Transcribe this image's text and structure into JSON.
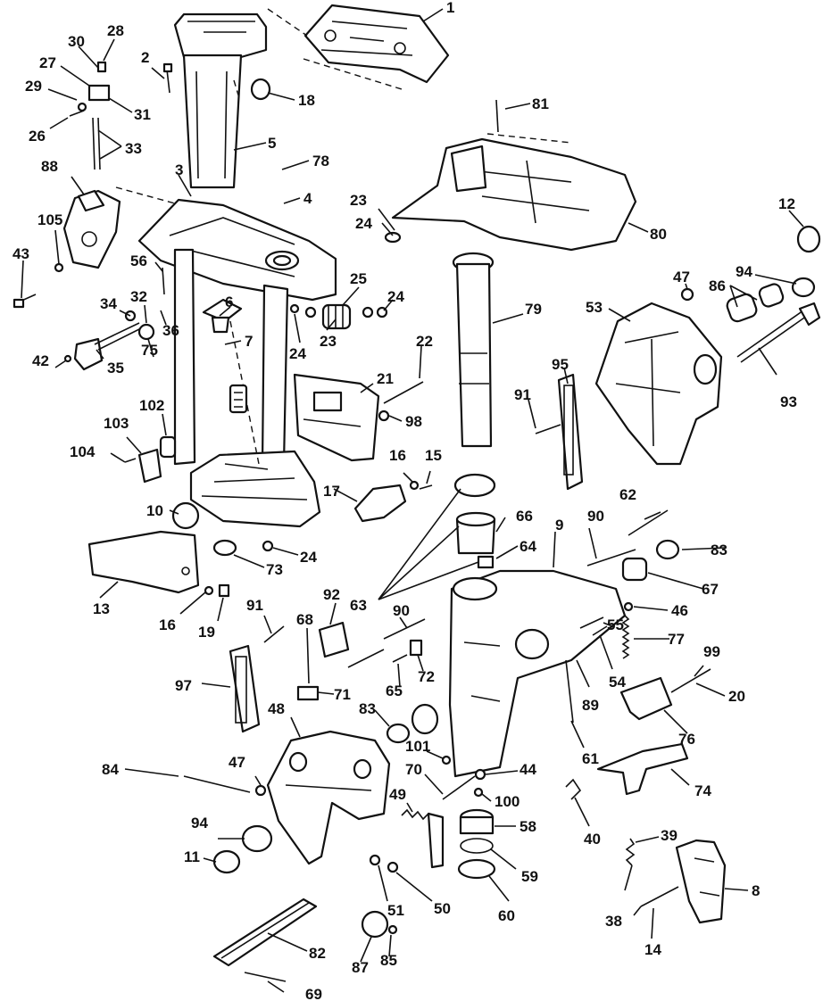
{
  "callouts": [
    {
      "id": "c1",
      "text": "1"
    },
    {
      "id": "c2",
      "text": "2"
    },
    {
      "id": "c3",
      "text": "3"
    },
    {
      "id": "c4",
      "text": "4"
    },
    {
      "id": "c5",
      "text": "5"
    },
    {
      "id": "c6",
      "text": "6"
    },
    {
      "id": "c7",
      "text": "7"
    },
    {
      "id": "c8",
      "text": "8"
    },
    {
      "id": "c9",
      "text": "9"
    },
    {
      "id": "c10",
      "text": "10"
    },
    {
      "id": "c11",
      "text": "11"
    },
    {
      "id": "c12",
      "text": "12"
    },
    {
      "id": "c13",
      "text": "13"
    },
    {
      "id": "c14",
      "text": "14"
    },
    {
      "id": "c15",
      "text": "15"
    },
    {
      "id": "c16a",
      "text": "16"
    },
    {
      "id": "c16b",
      "text": "16"
    },
    {
      "id": "c17",
      "text": "17"
    },
    {
      "id": "c18",
      "text": "18"
    },
    {
      "id": "c19",
      "text": "19"
    },
    {
      "id": "c20",
      "text": "20"
    },
    {
      "id": "c21",
      "text": "21"
    },
    {
      "id": "c22",
      "text": "22"
    },
    {
      "id": "c23a",
      "text": "23"
    },
    {
      "id": "c23b",
      "text": "23"
    },
    {
      "id": "c24a",
      "text": "24"
    },
    {
      "id": "c24b",
      "text": "24"
    },
    {
      "id": "c24c",
      "text": "24"
    },
    {
      "id": "c24d",
      "text": "24"
    },
    {
      "id": "c25",
      "text": "25"
    },
    {
      "id": "c26",
      "text": "26"
    },
    {
      "id": "c27",
      "text": "27"
    },
    {
      "id": "c28",
      "text": "28"
    },
    {
      "id": "c29",
      "text": "29"
    },
    {
      "id": "c30",
      "text": "30"
    },
    {
      "id": "c31",
      "text": "31"
    },
    {
      "id": "c32",
      "text": "32"
    },
    {
      "id": "c33",
      "text": "33"
    },
    {
      "id": "c34",
      "text": "34"
    },
    {
      "id": "c35",
      "text": "35"
    },
    {
      "id": "c36",
      "text": "36"
    },
    {
      "id": "c38",
      "text": "38"
    },
    {
      "id": "c39",
      "text": "39"
    },
    {
      "id": "c40",
      "text": "40"
    },
    {
      "id": "c42",
      "text": "42"
    },
    {
      "id": "c43",
      "text": "43"
    },
    {
      "id": "c44",
      "text": "44"
    },
    {
      "id": "c46",
      "text": "46"
    },
    {
      "id": "c47a",
      "text": "47"
    },
    {
      "id": "c47b",
      "text": "47"
    },
    {
      "id": "c48",
      "text": "48"
    },
    {
      "id": "c49",
      "text": "49"
    },
    {
      "id": "c50",
      "text": "50"
    },
    {
      "id": "c51",
      "text": "51"
    },
    {
      "id": "c53",
      "text": "53"
    },
    {
      "id": "c54",
      "text": "54"
    },
    {
      "id": "c55",
      "text": "55"
    },
    {
      "id": "c56",
      "text": "56"
    },
    {
      "id": "c58",
      "text": "58"
    },
    {
      "id": "c59",
      "text": "59"
    },
    {
      "id": "c60",
      "text": "60"
    },
    {
      "id": "c61",
      "text": "61"
    },
    {
      "id": "c62",
      "text": "62"
    },
    {
      "id": "c63",
      "text": "63"
    },
    {
      "id": "c64",
      "text": "64"
    },
    {
      "id": "c65",
      "text": "65"
    },
    {
      "id": "c66",
      "text": "66"
    },
    {
      "id": "c67",
      "text": "67"
    },
    {
      "id": "c68",
      "text": "68"
    },
    {
      "id": "c69",
      "text": "69"
    },
    {
      "id": "c70",
      "text": "70"
    },
    {
      "id": "c71",
      "text": "71"
    },
    {
      "id": "c72",
      "text": "72"
    },
    {
      "id": "c73",
      "text": "73"
    },
    {
      "id": "c74",
      "text": "74"
    },
    {
      "id": "c75",
      "text": "75"
    },
    {
      "id": "c76",
      "text": "76"
    },
    {
      "id": "c77",
      "text": "77"
    },
    {
      "id": "c78",
      "text": "78"
    },
    {
      "id": "c79",
      "text": "79"
    },
    {
      "id": "c80",
      "text": "80"
    },
    {
      "id": "c81",
      "text": "81"
    },
    {
      "id": "c82",
      "text": "82"
    },
    {
      "id": "c83a",
      "text": "83"
    },
    {
      "id": "c83b",
      "text": "83"
    },
    {
      "id": "c84",
      "text": "84"
    },
    {
      "id": "c85",
      "text": "85"
    },
    {
      "id": "c86",
      "text": "86"
    },
    {
      "id": "c87",
      "text": "87"
    },
    {
      "id": "c88",
      "text": "88"
    },
    {
      "id": "c89",
      "text": "89"
    },
    {
      "id": "c90a",
      "text": "90"
    },
    {
      "id": "c90b",
      "text": "90"
    },
    {
      "id": "c91a",
      "text": "91"
    },
    {
      "id": "c91b",
      "text": "91"
    },
    {
      "id": "c92",
      "text": "92"
    },
    {
      "id": "c93",
      "text": "93"
    },
    {
      "id": "c94a",
      "text": "94"
    },
    {
      "id": "c94b",
      "text": "94"
    },
    {
      "id": "c95",
      "text": "95"
    },
    {
      "id": "c97",
      "text": "97"
    },
    {
      "id": "c98",
      "text": "98"
    },
    {
      "id": "c99",
      "text": "99"
    },
    {
      "id": "c100",
      "text": "100"
    },
    {
      "id": "c101",
      "text": "101"
    },
    {
      "id": "c102",
      "text": "102"
    },
    {
      "id": "c103",
      "text": "103"
    },
    {
      "id": "c104",
      "text": "104"
    },
    {
      "id": "c105",
      "text": "105"
    }
  ]
}
